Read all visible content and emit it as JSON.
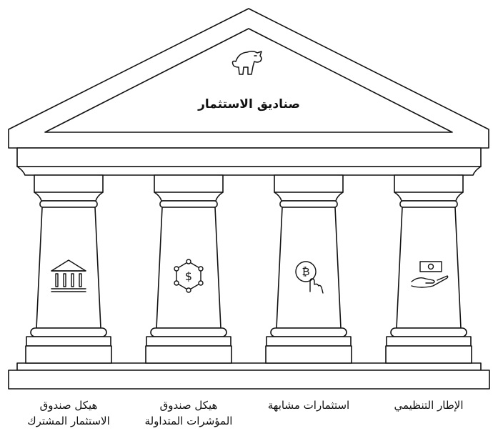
{
  "title": "صناديق الاستثمار",
  "colors": {
    "stroke": "#111111",
    "fill": "#ffffff"
  },
  "icons": {
    "roof": "bull-icon",
    "pillars": [
      "bank-icon",
      "dollar-network-icon",
      "bitcoin-hand-icon",
      "cash-hand-icon"
    ]
  },
  "pillars": [
    {
      "line1": "هيكل صندوق",
      "line2": "الاستثمار المشترك"
    },
    {
      "line1": "هيكل صندوق",
      "line2": "المؤشرات المتداولة"
    },
    {
      "line1": "استثمارات مشابهة",
      "line2": ""
    },
    {
      "line1": "الإطار التنظيمي",
      "line2": ""
    }
  ]
}
